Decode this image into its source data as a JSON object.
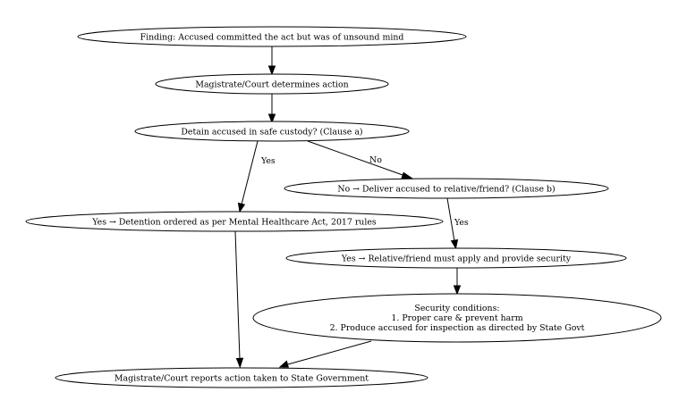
{
  "diagram": {
    "nodes": {
      "finding": {
        "label": "Finding: Accused committed the act but was of unsound mind"
      },
      "determine": {
        "label": "Magistrate/Court determines action"
      },
      "detain_q": {
        "label": "Detain accused in safe custody? (Clause a)"
      },
      "deliver_q": {
        "label": "No → Deliver accused to relative/friend? (Clause b)"
      },
      "detention": {
        "label": "Yes → Detention ordered as per Mental Healthcare Act, 2017 rules"
      },
      "security_req": {
        "label": "Yes → Relative/friend must apply and provide security"
      },
      "conditions": {
        "line1": "Security conditions:",
        "line2": "1. Proper care & prevent harm",
        "line3": "2. Produce accused for inspection as directed by State Govt"
      },
      "report": {
        "label": "Magistrate/Court reports action taken to State Government"
      }
    },
    "edges": {
      "yes_detain": "Yes",
      "no_detain": "No",
      "yes_deliver": "Yes"
    }
  }
}
